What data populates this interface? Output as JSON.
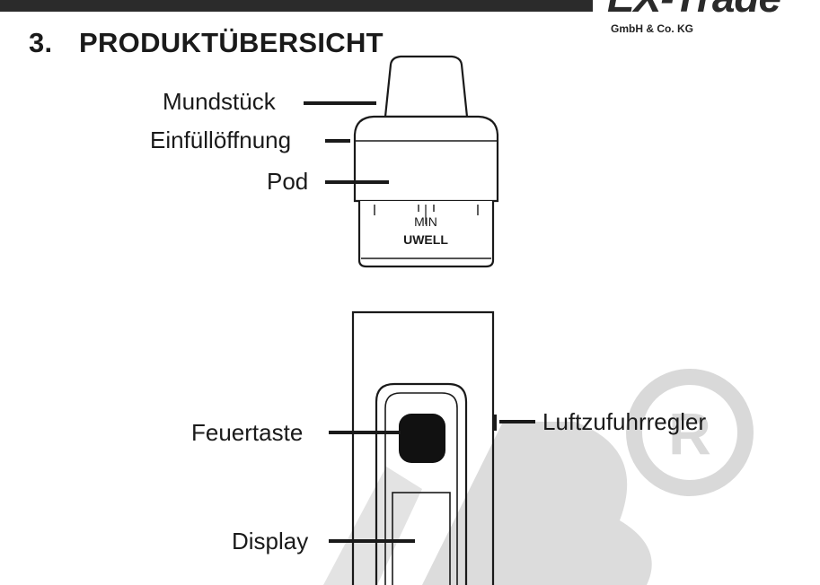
{
  "header": {
    "logo_text": "EX-Trade",
    "logo_subtitle": "GmbH & Co. KG"
  },
  "section": {
    "number": "3.",
    "title": "PRODUKTÜBERSICHT"
  },
  "pod_labels": {
    "mouthpiece": "Mundstück",
    "fill_opening": "Einfüllöffnung",
    "pod": "Pod"
  },
  "pod_markings": {
    "min": "MIN",
    "brand": "UWELL"
  },
  "device_labels": {
    "fire_button": "Feuertaste",
    "airflow": "Luftzufuhrregler",
    "display": "Display"
  },
  "colors": {
    "line": "#1a1a1a",
    "watermark": "#d8d8d8",
    "button_fill": "#111111"
  }
}
